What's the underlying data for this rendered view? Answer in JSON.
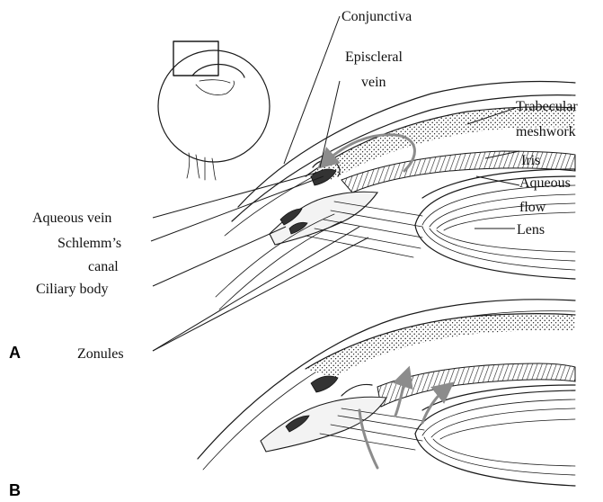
{
  "panels": {
    "a": "A",
    "b": "B"
  },
  "labels": {
    "conjunctiva": "Conjunctiva",
    "episcleral_line1": "Episcleral",
    "episcleral_line2": "vein",
    "trabecular_line1": "Trabecular",
    "trabecular_line2": "meshwork",
    "iris": "Iris",
    "aqueous_flow_line1": "Aqueous",
    "aqueous_flow_line2": "flow",
    "lens": "Lens",
    "aqueous_vein": "Aqueous vein",
    "schlemm_line1": "Schlemm’s",
    "schlemm_line2": "canal",
    "ciliary_body": "Ciliary body",
    "zonules": "Zonules"
  },
  "colors": {
    "ink": "#1a1a1a",
    "flow_arrow": "#8c8c8c"
  }
}
